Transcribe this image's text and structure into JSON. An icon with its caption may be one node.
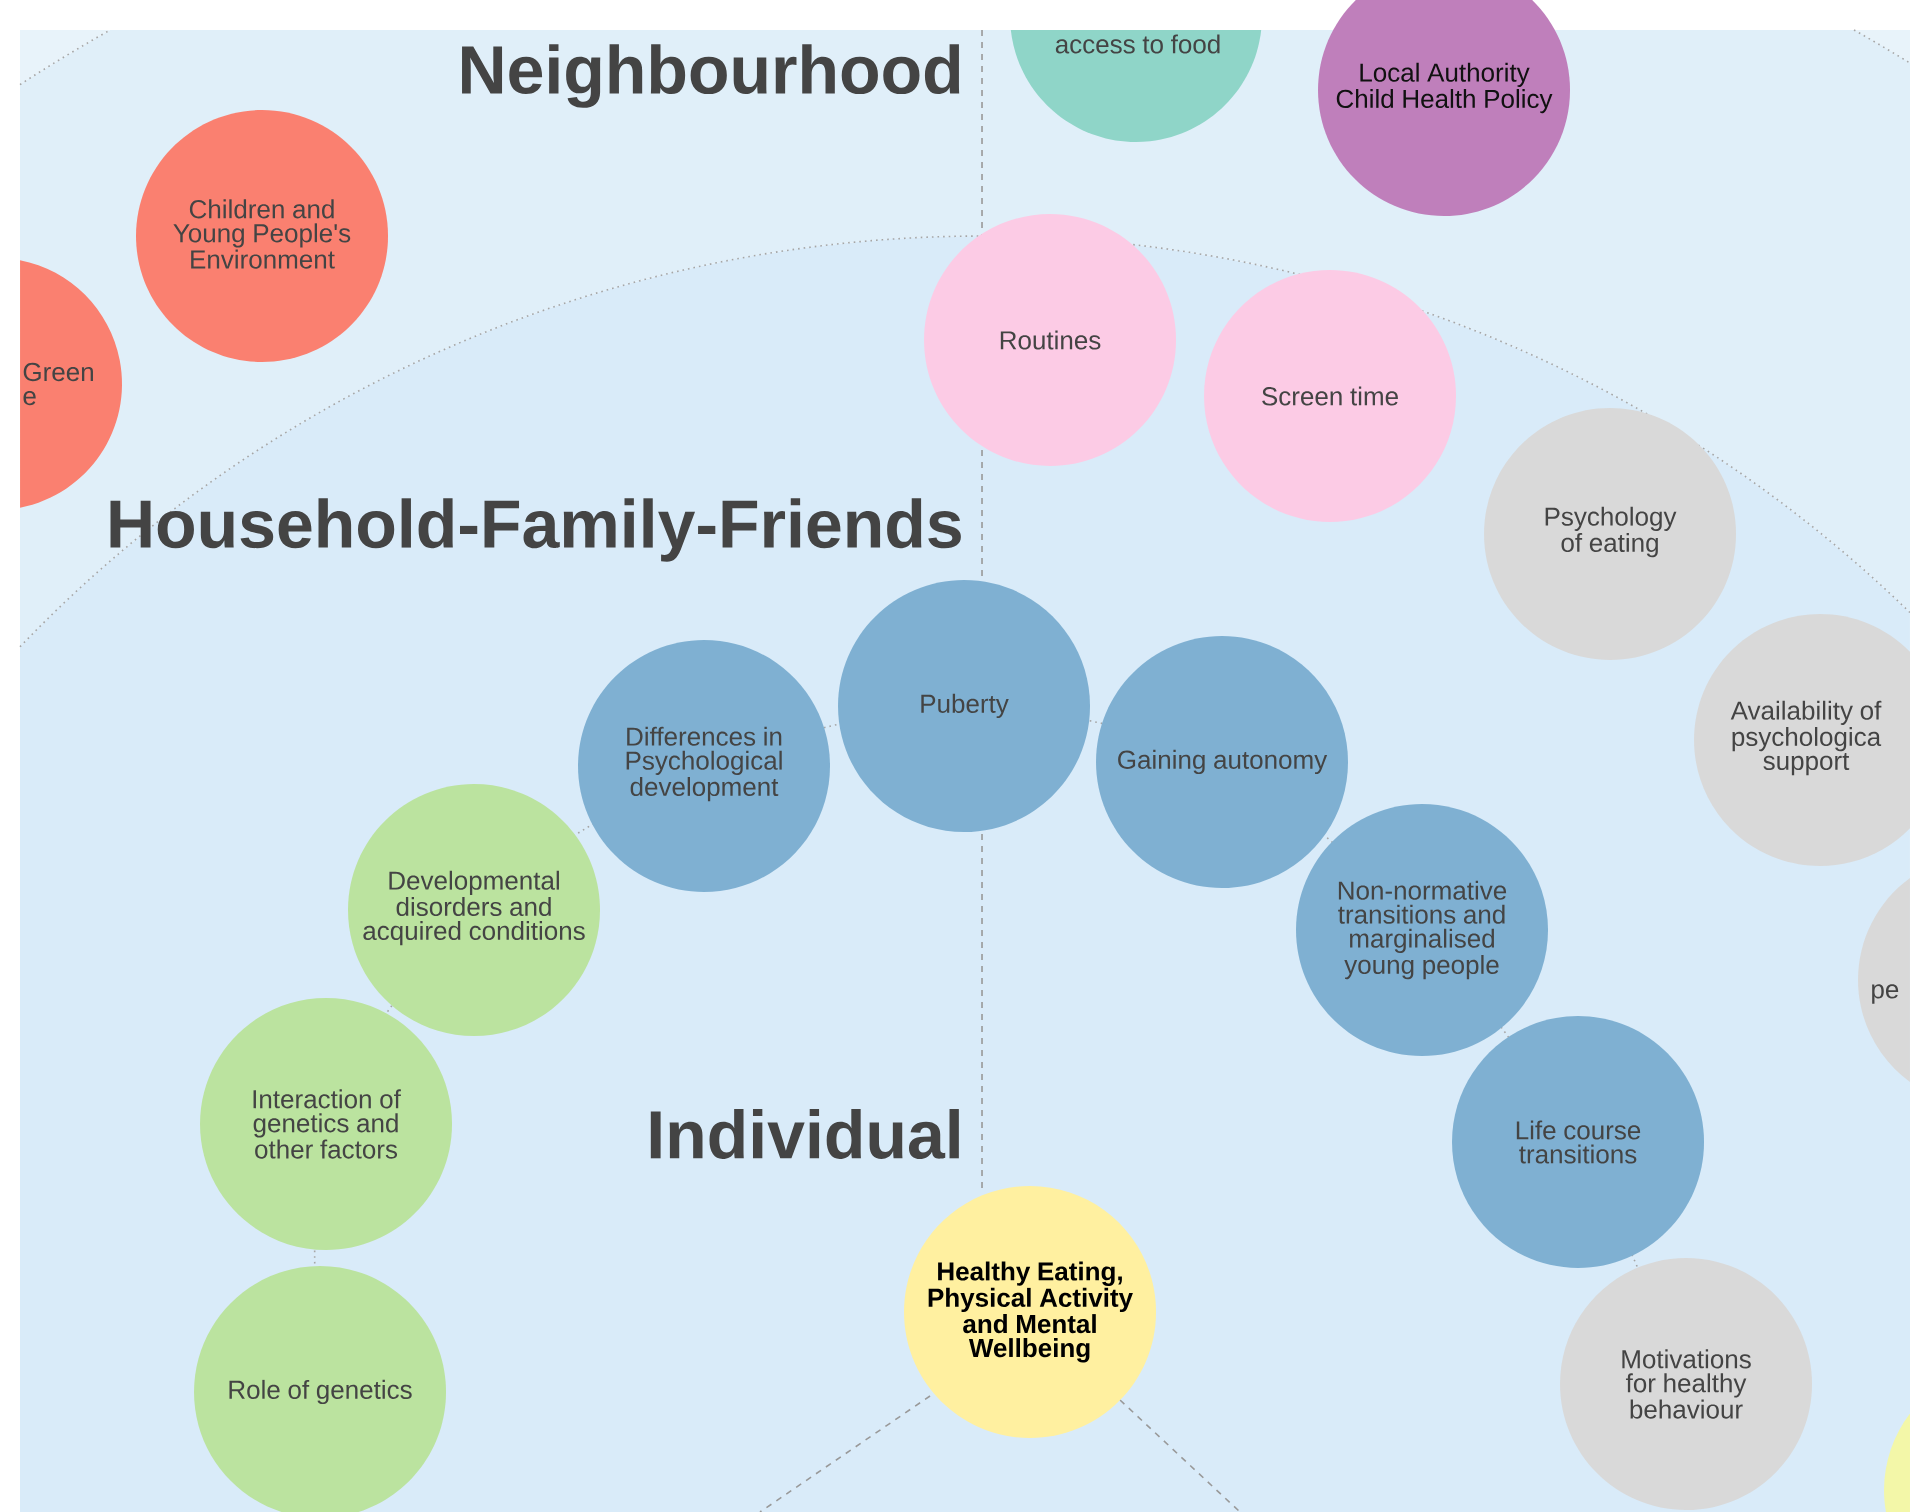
{
  "diagram": {
    "nodes": [
      {
        "text": [
          "access to food"
        ]
      },
      {
        "text": [
          "Local Authority Child Health Policy"
        ]
      },
      {
        "text": [
          "Children and Young People's Environment"
        ]
      },
      {
        "text": [
          "Green e"
        ]
      },
      {
        "text": [
          "Routines"
        ]
      },
      {
        "text": [
          "Screen time"
        ]
      },
      {
        "text": [
          "Psychology of eating"
        ]
      },
      {
        "text": [
          "Puberty"
        ]
      },
      {
        "text": [
          "Differences in Psychological development"
        ]
      },
      {
        "text": [
          "Gaining autonomy"
        ]
      },
      {
        "text": [
          "Availability of psychologica support"
        ]
      },
      {
        "text": [
          "Developmental disorders and acquired conditions"
        ]
      },
      {
        "text": [
          "Non-normative transitions and marginalised young people"
        ]
      },
      {
        "text": [
          "pe"
        ]
      },
      {
        "text": [
          "Interaction of genetics and other factors"
        ]
      },
      {
        "text": [
          "Life course transitions"
        ]
      },
      {
        "text": [
          "Role of genetics"
        ]
      },
      {
        "text": [
          "Healthy Eating, Physical Activity and Mental Wellbeing"
        ]
      },
      {
        "text": [
          "Motivations for healthy behaviour"
        ]
      },
      {
        "text": [],
        "shape": "circle"
      }
    ],
    "labels": [
      "Neighbourhood",
      "Household-Family-Friends",
      "Individual"
    ]
  }
}
